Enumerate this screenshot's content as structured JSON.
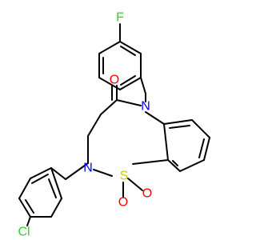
{
  "molecule": {
    "atoms": {
      "F": {
        "text": "F",
        "color": "#33cc33"
      },
      "O4": {
        "text": "O",
        "color": "#ff0000"
      },
      "N5": {
        "text": "N",
        "color": "#0000ff"
      },
      "N2": {
        "text": "N",
        "color": "#0000ff"
      },
      "S": {
        "text": "S",
        "color": "#cccc00"
      },
      "O1a": {
        "text": "O",
        "color": "#ff0000"
      },
      "O1b": {
        "text": "O",
        "color": "#ff0000"
      },
      "Cl": {
        "text": "Cl",
        "color": "#33cc33"
      }
    },
    "bond_color": "#000000"
  }
}
